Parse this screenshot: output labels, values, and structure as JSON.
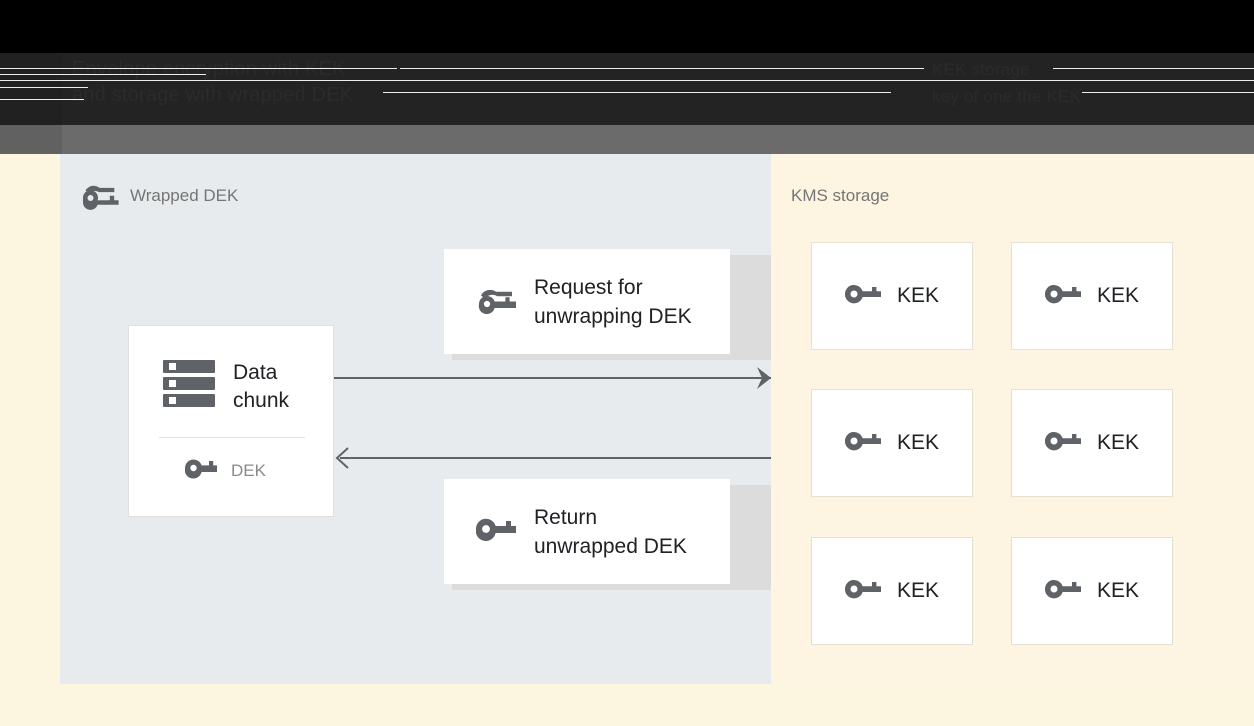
{
  "header": {
    "title_line1": "Envelope encryption with KEK",
    "title_line2": "and storage with wrapped DEK",
    "right_line1": "KEK storage",
    "right_line2": "key of one the KEK"
  },
  "left_panel": {
    "label": "Wrapped DEK",
    "icon": "wrapped-key-icon",
    "data_chunk": {
      "title": "Data\nchunk",
      "icon": "data-chunk-icon",
      "key_label": "DEK",
      "key_icon": "key-icon"
    },
    "messages": [
      {
        "id": "request",
        "text": "Request for\nunwrapping DEK",
        "icon": "wrapped-key-icon"
      },
      {
        "id": "return",
        "text": "Return\nunwrapped DEK",
        "icon": "key-icon"
      }
    ],
    "arrows": [
      {
        "id": "arrow-request",
        "direction": "right"
      },
      {
        "id": "arrow-return",
        "direction": "left"
      }
    ]
  },
  "right_panel": {
    "label": "KMS storage",
    "keks": [
      {
        "label": "KEK",
        "icon": "key-icon"
      },
      {
        "label": "KEK",
        "icon": "key-icon"
      },
      {
        "label": "KEK",
        "icon": "key-icon"
      },
      {
        "label": "KEK",
        "icon": "key-icon"
      },
      {
        "label": "KEK",
        "icon": "key-icon"
      },
      {
        "label": "KEK",
        "icon": "key-icon"
      }
    ]
  },
  "colors": {
    "top_bar": "#000000",
    "dark_band": "#212121",
    "grey_band": "#616161",
    "left_panel_bg": "#E8EBED",
    "right_panel_bg": "#FDF5E1",
    "page_bg": "#FCF5E0",
    "card_bg": "#FFFFFF",
    "icon": "#5F6368",
    "text": "#202124",
    "muted_text": "#757575",
    "arrow": "#5F6368",
    "card_shadow": "#DCDCDC"
  }
}
